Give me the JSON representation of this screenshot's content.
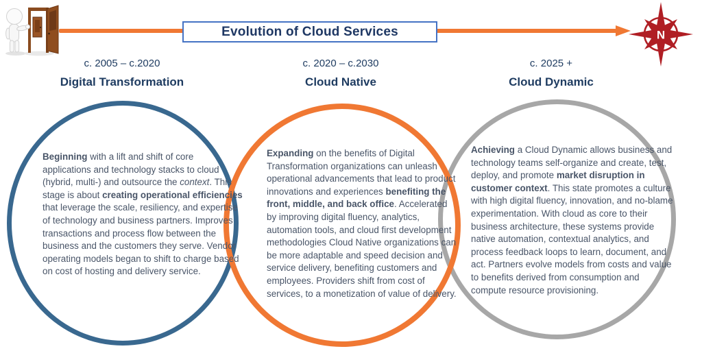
{
  "title_banner": {
    "text": "Evolution of Cloud Services"
  },
  "compass": {
    "label": "N"
  },
  "icons": {
    "start_icon": "person-at-open-door",
    "end_icon": "compass-rose-north"
  },
  "colors": {
    "arrow": "#F07833",
    "title_border": "#4472C4",
    "title_text": "#1F3864",
    "heading_text": "#1F3C61",
    "body_text": "#495568",
    "circle_digital_transformation": "#39688F",
    "circle_cloud_native": "#F07833",
    "circle_cloud_dynamic": "#A7A7A7",
    "compass_red": "#B01E24"
  },
  "phases": [
    {
      "era": "c. 2005 – c.2020",
      "title": "Digital Transformation",
      "color": "#39688F",
      "runs": [
        {
          "t": "Beginning",
          "b": true
        },
        {
          "t": " with a lift and shift of core applications and technology stacks to cloud (hybrid, multi-) and outsource the "
        },
        {
          "t": "context",
          "i": true
        },
        {
          "t": ". This stage is about "
        },
        {
          "t": "creating operational efficiencies",
          "b": true
        },
        {
          "t": " that leverage the scale, resiliency, and expertise of technology and business partners. Improves transactions and process flow between the business and the customers they serve. Vendor operating models began to shift to charge based on cost of hosting and delivery service."
        }
      ]
    },
    {
      "era": "c. 2020 – c.2030",
      "title": "Cloud Native",
      "color": "#F07833",
      "runs": [
        {
          "t": "Expanding",
          "b": true
        },
        {
          "t": " on the benefits of Digital Transformation organizations can unleash operational advancements that lead to product  innovations and experiences "
        },
        {
          "t": "benefiting the front, middle, and back office",
          "b": true
        },
        {
          "t": ". Accelerated by improving digital fluency, analytics, automation tools, and cloud first development methodologies Cloud Native organizations can be more adaptable and speed decision and service delivery, benefiting customers and employees. Providers shift from cost of services, to a monetization of value of delivery."
        }
      ]
    },
    {
      "era": "c. 2025 +",
      "title": "Cloud Dynamic",
      "color": "#A7A7A7",
      "runs": [
        {
          "t": "Achieving",
          "b": true
        },
        {
          "t": " a Cloud Dynamic allows business and technology teams self-organize and create, test, deploy, and promote "
        },
        {
          "t": "market disruption in customer context",
          "b": true
        },
        {
          "t": ". This state promotes a culture with high digital fluency, innovation, and no-blame experimentation. With cloud as core to their business architecture, these systems provide native automation, contextual analytics, and process feedback loops to learn, document, and act. Partners evolve models from costs and value to benefits derived from consumption and compute resource provisioning."
        }
      ]
    }
  ]
}
